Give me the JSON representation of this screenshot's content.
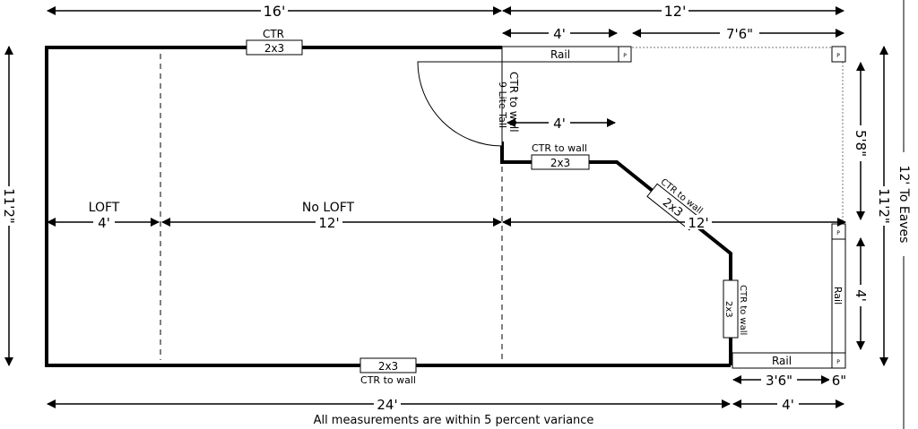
{
  "dimensions": {
    "top_left_width": "16'",
    "top_right_width": "12'",
    "rail_top_width": "4'",
    "top_open_width": "7'6\"",
    "door_offset": "4'",
    "right_upper_height": "5'8\"",
    "right_total_height": "11'2\"",
    "right_lower_height": "4'",
    "left_total_height": "11'2\"",
    "eaves": "12' To Eaves",
    "loft_width": "4'",
    "no_loft_width": "12'",
    "right_mid_width": "12'",
    "bottom_total": "24'",
    "bottom_right": "4'",
    "bottom_rail_width": "3'6\"",
    "bottom_post": "6\""
  },
  "zones": {
    "loft": "LOFT",
    "no_loft": "No LOFT"
  },
  "labels": {
    "top_ctr": "CTR",
    "top_stud": "2x3",
    "rail_top": "Rail",
    "post_mark": "P",
    "door_ctr": "CTR to wall",
    "door_type": "9 Lite Tall",
    "inner_ctr": "CTR to wall",
    "inner_stud": "2x3",
    "diag_ctr": "CTR to wall",
    "diag_stud": "2x3",
    "side_ctr": "CTR to wall",
    "side_stud": "2x3",
    "bottom_stud": "2x3",
    "bottom_ctr": "CTR to wall",
    "rail_bottom": "Rail",
    "rail_right": "Rail"
  },
  "note": "All measurements are within 5 percent variance"
}
